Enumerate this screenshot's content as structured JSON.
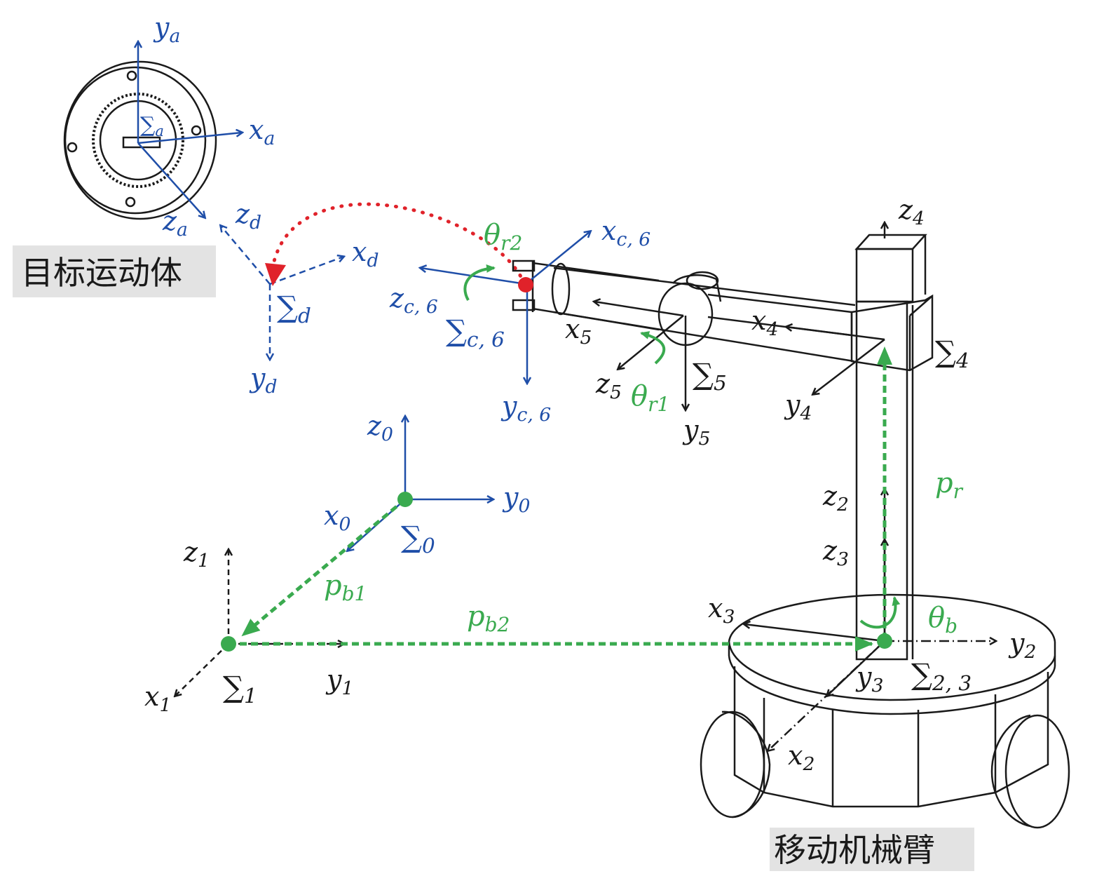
{
  "title_target": "目标运动体",
  "title_robot": "移动机械臂",
  "colors": {
    "blue": "#1f4ea8",
    "green": "#3aaa4f",
    "red": "#e0222a",
    "black": "#1a1a1a",
    "label_bg": "#e3e3e3"
  },
  "frames": {
    "a": {
      "x": "x",
      "y": "y",
      "z": "z",
      "sub": "a",
      "sigma": "∑",
      "sigma_sub": "a"
    },
    "d": {
      "x": "x",
      "y": "y",
      "z": "z",
      "sub": "d",
      "sigma": "∑",
      "sigma_sub": "d"
    },
    "c6": {
      "x": "x",
      "y": "y",
      "z": "z",
      "sub": "c, 6",
      "sigma": "∑",
      "sigma_sub": "c, 6"
    },
    "f5": {
      "x": "x",
      "y": "y",
      "z": "z",
      "sub": "5",
      "sigma": "∑",
      "sigma_sub": "5"
    },
    "f4": {
      "x": "x",
      "y": "y",
      "z": "z",
      "sub": "4",
      "sigma": "∑",
      "sigma_sub": "4"
    },
    "f0": {
      "x": "x",
      "y": "y",
      "z": "z",
      "sub": "0",
      "sigma": "∑",
      "sigma_sub": "0"
    },
    "f1": {
      "x": "x",
      "y": "y",
      "z": "z",
      "sub": "1",
      "sigma": "∑",
      "sigma_sub": "1"
    },
    "f23": {
      "x2": "x",
      "x3": "x",
      "y2": "y",
      "y3": "y",
      "z2": "z",
      "z3": "z",
      "sub2": "2",
      "sub3": "3",
      "sigma": "∑",
      "sigma_sub": "2, 3"
    }
  },
  "vectors": {
    "pb1": {
      "sym": "p",
      "sub": "b1"
    },
    "pb2": {
      "sym": "p",
      "sub": "b2"
    },
    "pr": {
      "sym": "p",
      "sub": "r"
    }
  },
  "angles": {
    "r1": {
      "sym": "θ",
      "sub": "r1"
    },
    "r2": {
      "sym": "θ",
      "sub": "r2"
    },
    "b": {
      "sym": "θ",
      "sub": "b"
    }
  }
}
